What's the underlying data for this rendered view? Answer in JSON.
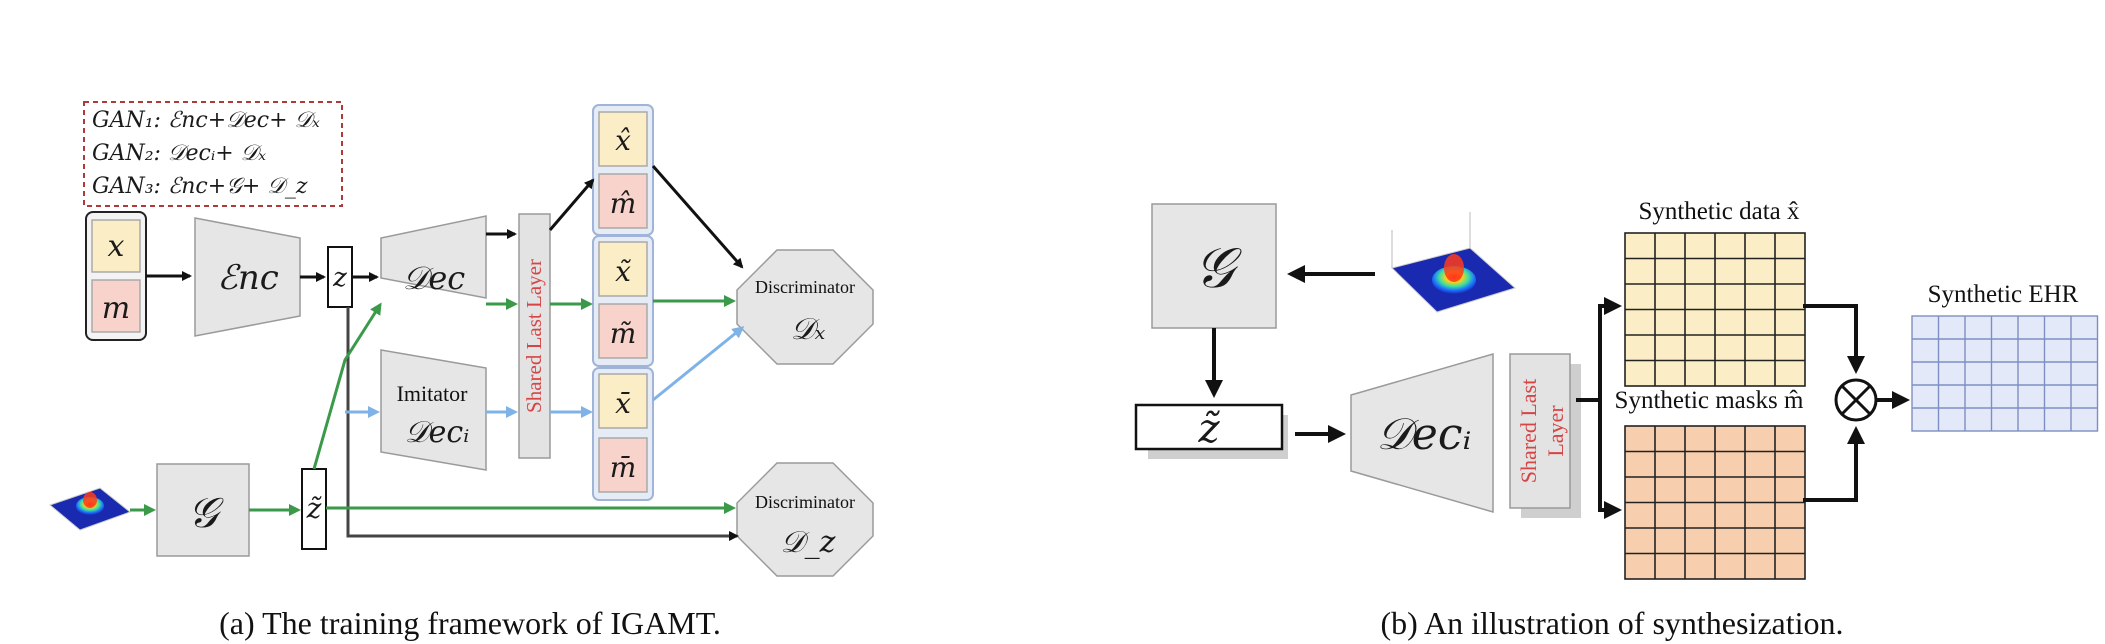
{
  "panel_a": {
    "legend": {
      "gan1": "GAN₁: ℰnc+𝒟ec+ 𝒟ₓ",
      "gan2": "GAN₂: 𝒟ecᵢ+ 𝒟ₓ",
      "gan3": "GAN₃: ℰnc+𝒢+ 𝒟_z"
    },
    "input_x": "x",
    "input_m": "m",
    "encoder": "ℰnc",
    "latent_z": "z",
    "decoder": "𝒟ec",
    "imitator_label": "Imitator",
    "imitator": "𝒟ecᵢ",
    "shared_layer": "Shared Last Layer",
    "out_hat_x": "x̂",
    "out_hat_m": "m̂",
    "out_tilde_x": "x̃",
    "out_tilde_m": "m̃",
    "out_bar_x": "x̄",
    "out_bar_m": "m̄",
    "disc_x_label": "Discriminator",
    "disc_x": "𝒟ₓ",
    "disc_z_label": "Discriminator",
    "disc_z": "𝒟_z",
    "generator": "𝒢",
    "latent_tilde_z": "z̃",
    "caption": "(a) The training framework of IGAMT."
  },
  "panel_b": {
    "generator": "𝒢",
    "latent_tilde_z": "z̃",
    "decoder": "𝒟ecᵢ",
    "shared_layer_line1": "Shared Last",
    "shared_layer_line2": "Layer",
    "synthetic_data": "Synthetic data x̂",
    "synthetic_masks": "Synthetic masks m̂",
    "synthetic_ehr": "Synthetic EHR",
    "caption": "(b) An illustration of synthesization."
  },
  "colors": {
    "arrow_black": "#111111",
    "arrow_green": "#3a9a4a",
    "arrow_blue": "#7fb3e8",
    "legend_border": "#b03a3a",
    "shared_text": "#d64545",
    "data_grid": "#fbeec6",
    "mask_grid": "#f7cfae",
    "ehr_grid": "#e3e9f8"
  }
}
